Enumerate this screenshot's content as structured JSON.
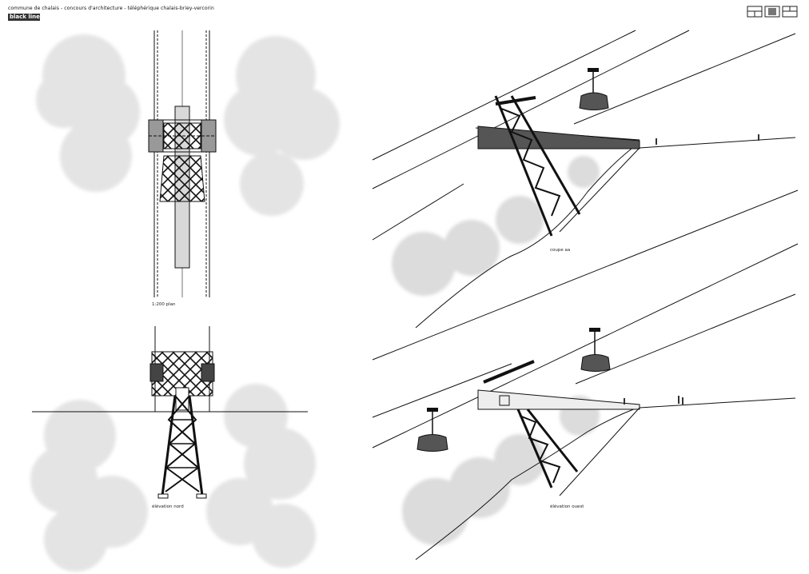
{
  "header": {
    "project_line": "commune de chalais - concours d'architecture - téléphérique chalais-briey-vercorin",
    "tag_label": "black line"
  },
  "captions": {
    "plan": "1:200 plan",
    "north_elevation": "élévation nord",
    "section": "coupe aa",
    "west_elevation": "élévation ouest"
  },
  "colors": {
    "line": "#111111",
    "tree_fill": "#e6e6e6",
    "deck_dark": "#555555",
    "deck_light": "#eeeeee"
  }
}
